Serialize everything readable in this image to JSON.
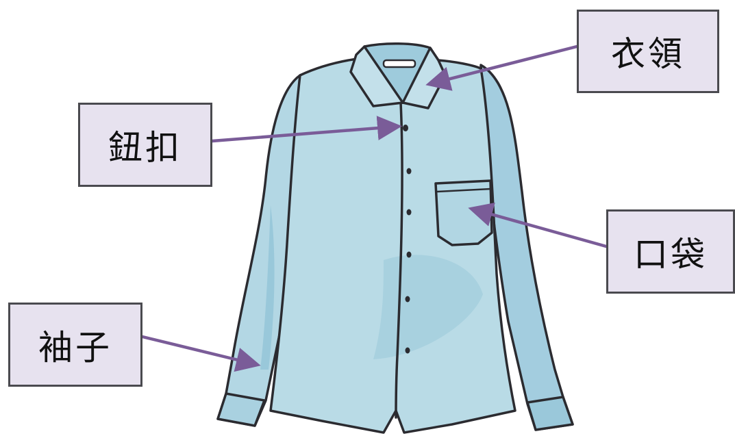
{
  "labels": {
    "collar": "衣領",
    "button": "鈕扣",
    "pocket": "口袋",
    "sleeve": "袖子"
  },
  "colors": {
    "shirt_fill": "#b9dbe6",
    "shirt_shade": "#8fc2d6",
    "outline": "#2b2b30",
    "arrow": "#7a5c98",
    "label_bg": "#e7e2ef",
    "label_border": "#4a4a4f"
  }
}
